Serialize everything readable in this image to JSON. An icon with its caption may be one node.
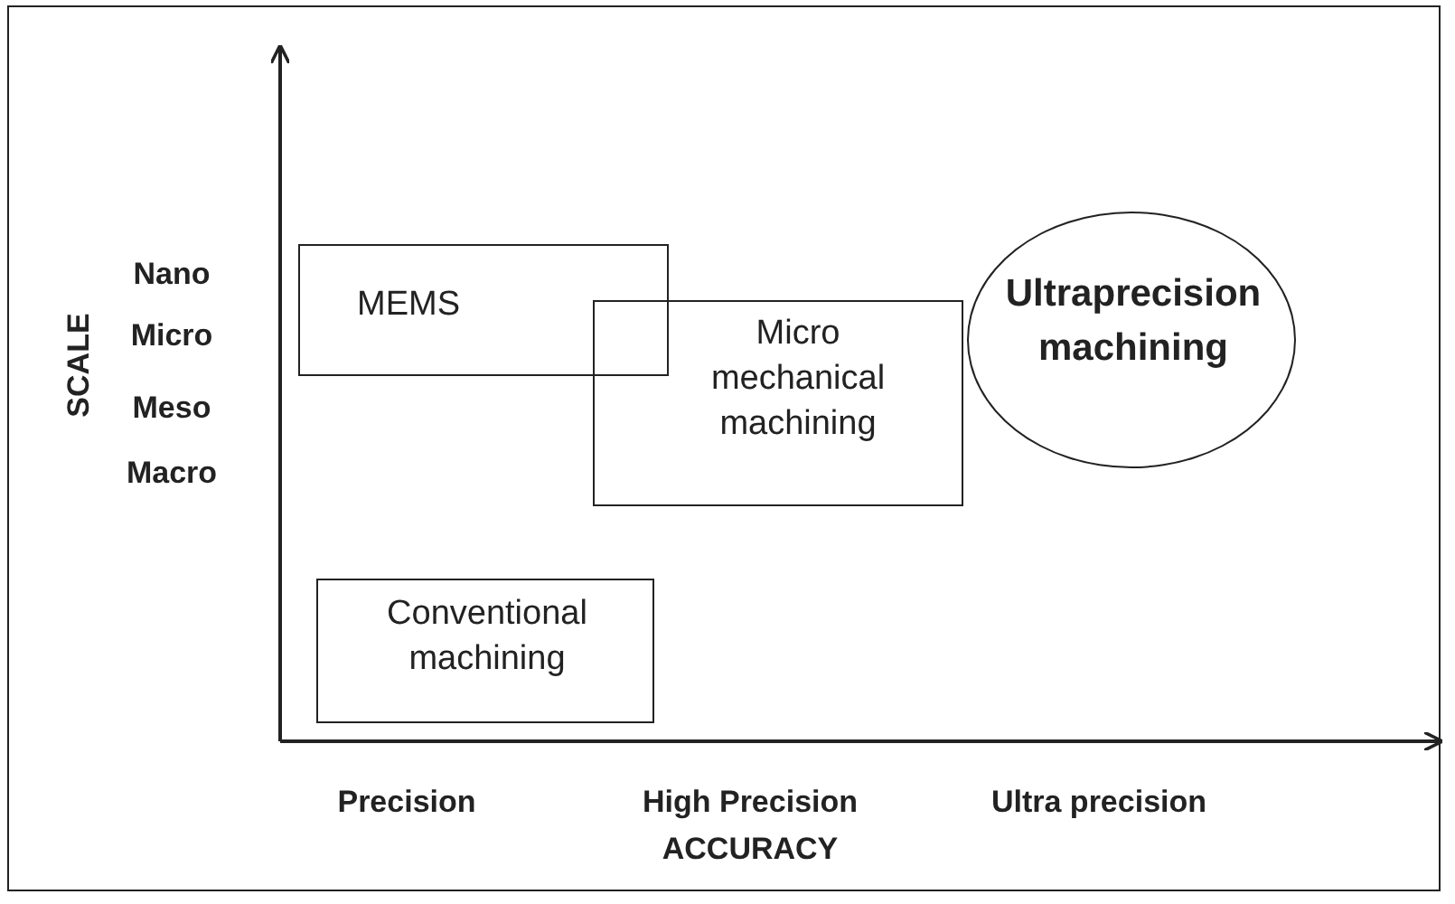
{
  "diagram": {
    "nodes": [
      {
        "text": [
          "MEMS"
        ]
      },
      {
        "text": [
          "Micro mechanical machining"
        ]
      },
      {
        "text": [
          "Ultraprecision machining"
        ]
      },
      {
        "text": [
          "Conventional machining"
        ]
      }
    ],
    "labels": [
      "Nano",
      "Micro",
      "Meso",
      "Macro",
      "SCALE",
      "Precision",
      "High Precision",
      "Ultra precision",
      "ACCURACY"
    ]
  }
}
